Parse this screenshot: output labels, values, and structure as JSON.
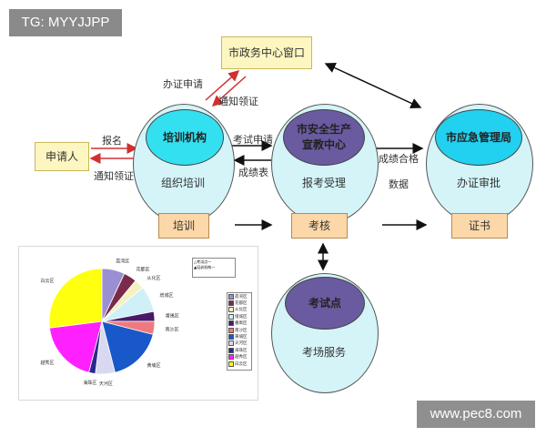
{
  "watermark_top": "TG: MYYJJPP",
  "watermark_bottom": "www.pec8.com",
  "boxes": {
    "service_window": "市政务中心窗口",
    "applicant": "申请人",
    "training": "培训",
    "exam": "考核",
    "certificate": "证书"
  },
  "nodes": {
    "training_org": {
      "title": "培训机构",
      "sub": "组织培训"
    },
    "safety_center": {
      "title": "市安全生产\n宣教中心",
      "sub": "报考受理"
    },
    "emergency_bureau": {
      "title": "市应急管理局",
      "sub": "办证审批"
    },
    "exam_site": {
      "title": "考试点",
      "sub": "考场服务"
    }
  },
  "labels": {
    "apply_cert": "办证申请",
    "notify_collect_top": "通知领证",
    "sign_up": "报名",
    "notify_collect_left": "通知领证",
    "exam_apply": "考试申请",
    "score_table": "成绩表",
    "passed_score": "成绩合格",
    "data": "数据"
  },
  "colors": {
    "outer_circle": "#d4f4f8",
    "org_inner": "#33e0f0",
    "center_inner": "#6a5aa0",
    "bureau_inner": "#22d0f0",
    "arrow_red": "#d03030"
  },
  "chart_data": {
    "type": "pie",
    "legend_title": [
      "△考试点—",
      "▲培训机构—"
    ],
    "categories": [
      "荔湾区",
      "花都区",
      "从化区",
      "增城区",
      "番禺区",
      "南沙区",
      "黄埔区",
      "天河区",
      "海珠区",
      "越秀区",
      "白云区"
    ],
    "colors": [
      "#9a8fd0",
      "#7a2a4a",
      "#f6f2c0",
      "#d0f0f8",
      "#4a1a6a",
      "#ee7a80",
      "#1858c8",
      "#d8d8f0",
      "#2a2a8a",
      "#ff20ff",
      "#ffff10"
    ],
    "values": [
      7,
      4,
      3,
      8,
      3,
      4,
      17,
      6,
      2,
      19,
      27
    ],
    "slice_labels": [
      "荔湾区",
      "花都区",
      "从化区",
      "增城区",
      "番禺区",
      "南沙区",
      "黄埔区",
      "天河区",
      "海珠区",
      "越秀区",
      "白云区"
    ]
  }
}
